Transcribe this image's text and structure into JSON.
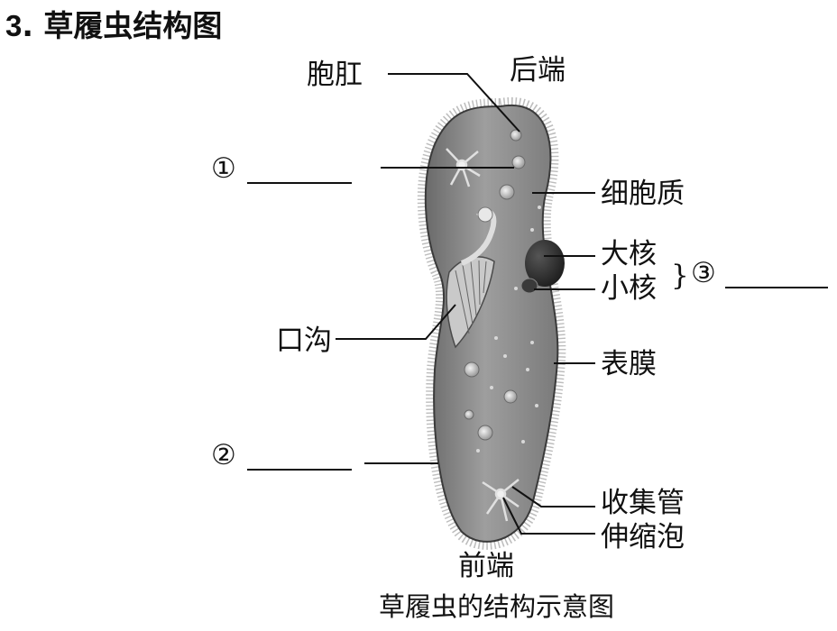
{
  "heading": {
    "number": "3",
    "separator": ".",
    "title": "草履虫结构图"
  },
  "labels": {
    "anal_pore": "胞肛",
    "posterior_end": "后端",
    "cytoplasm": "细胞质",
    "macronucleus": "大核",
    "micronucleus": "小核",
    "oral_groove": "口沟",
    "pellicle": "表膜",
    "collecting_canal": "收集管",
    "contractile_vacuole": "伸缩泡",
    "anterior_end": "前端",
    "bracket": "}"
  },
  "blanks": {
    "b1": "①",
    "b2": "②",
    "b3": "③"
  },
  "caption": "草履虫的结构示意图"
}
